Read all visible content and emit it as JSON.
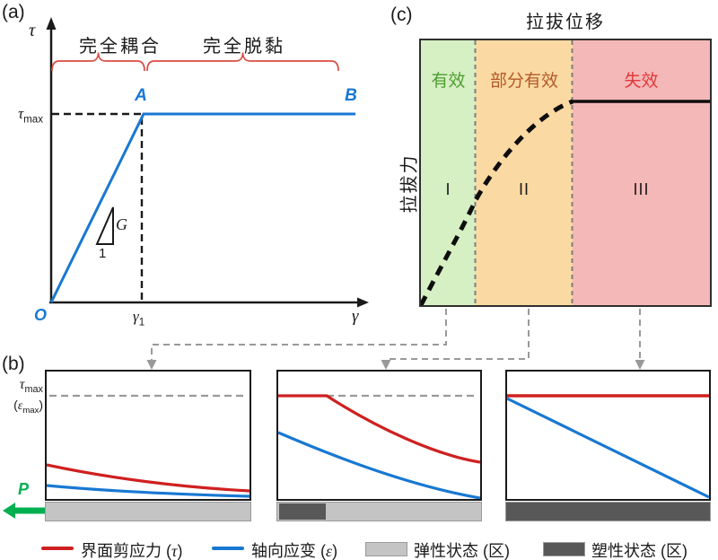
{
  "figure": {
    "panel_a": {
      "label": "(a)",
      "y_axis_symbol": "τ",
      "x_axis_symbol": "γ",
      "origin_label": "O",
      "region_coupled": "完全耦合",
      "region_debonded": "完全脱黏",
      "point_A": "A",
      "point_B": "B",
      "tau_max": {
        "sym": "τ",
        "sub": "max"
      },
      "gamma_1": {
        "sym": "γ",
        "sub": "1"
      },
      "slope": {
        "label": "G",
        "base": "1"
      }
    },
    "panel_c": {
      "label": "(c)",
      "title": "拉拔位移",
      "ylabel": "拉拔力",
      "zones": [
        {
          "name": "有效",
          "numeral": "I"
        },
        {
          "name": "部分有效",
          "numeral": "II"
        },
        {
          "name": "失效",
          "numeral": "III"
        }
      ]
    },
    "panel_b": {
      "label": "(b)",
      "tau_label": {
        "sym": "τ",
        "sub": "max"
      },
      "eps_label": {
        "open": "(",
        "sym": "ε",
        "sub": "max",
        "close": ")"
      },
      "load_label": "P"
    },
    "legend": [
      {
        "prefix": "界面剪应力 (",
        "symbol": "τ",
        "suffix": ")"
      },
      {
        "prefix": "轴向应变 (",
        "symbol": "ε",
        "suffix": ")"
      },
      {
        "prefix": "弹性状态 (区)",
        "symbol": "",
        "suffix": ""
      },
      {
        "prefix": "塑性状态 (区)",
        "symbol": "",
        "suffix": ""
      }
    ],
    "colors": {
      "curve_red": "#cf2020",
      "curve_blue": "#1878d2",
      "zone_green_fill": "#d6efc3",
      "zone_orange_fill": "#fbd9a3",
      "zone_red_fill": "#f5b8b8",
      "zone_green_text": "#4f9d32",
      "zone_orange_text": "#b25a28",
      "zone_red_text": "#e03a3a",
      "elastic_gray": "#c4c4c4",
      "plastic_gray": "#585858",
      "arrow_green": "#00b050",
      "brace_red": "#dc4b40",
      "connector_gray": "#999999"
    }
  }
}
